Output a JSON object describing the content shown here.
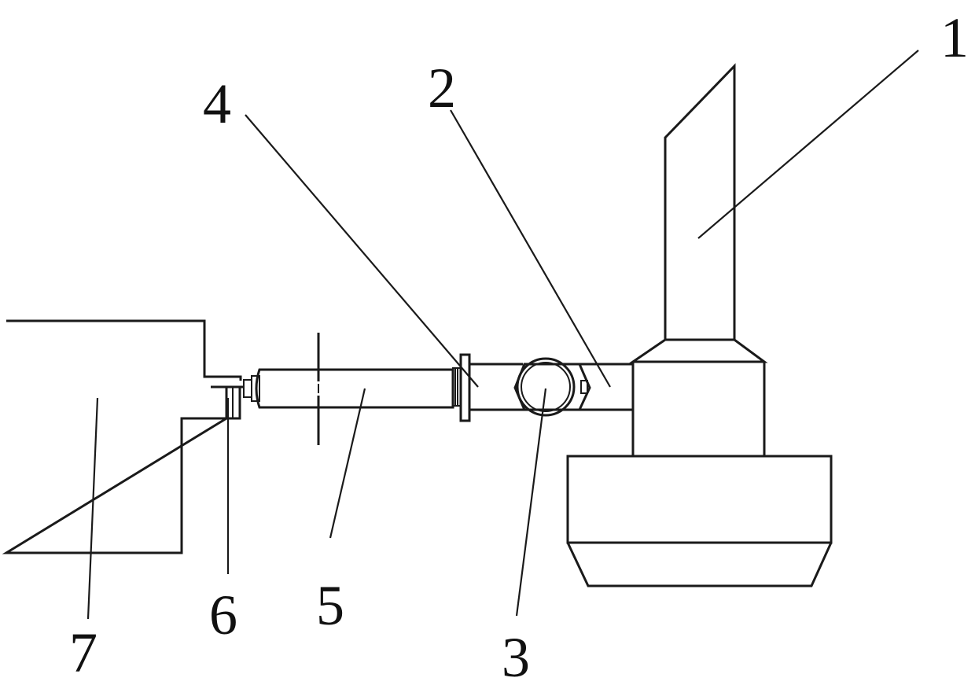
{
  "labels": {
    "l1": "1",
    "l2": "2",
    "l3": "3",
    "l4": "4",
    "l5": "5",
    "l6": "6",
    "l7": "7"
  },
  "colors": {
    "line": "#1a1a1a",
    "background": "#ffffff"
  }
}
